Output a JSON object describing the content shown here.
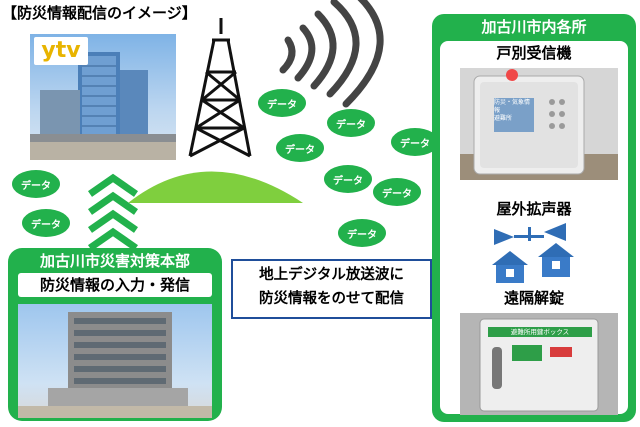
{
  "title": "【防災情報配信のイメージ】",
  "broadcaster_logo": "ytv",
  "data_label": "データ",
  "hq": {
    "title": "加古川市災害対策本部",
    "subtitle": "防災情報の入力・発信"
  },
  "caption": {
    "line1": "地上デジタル放送波に",
    "line2": "防災情報をのせて配信"
  },
  "city": {
    "title": "加古川市内各所",
    "receiver_label": "戸別受信機",
    "speaker_label": "屋外拡声器",
    "unlock_label": "遠隔解錠",
    "radio_screen": [
      "防災・気象情報",
      "避難所"
    ],
    "box_title": "避難所用鍵ボックス"
  },
  "colors": {
    "green": "#22b14c",
    "navy": "#1f4e9a",
    "wave": "#444444",
    "hill": "#7fcf3e"
  }
}
